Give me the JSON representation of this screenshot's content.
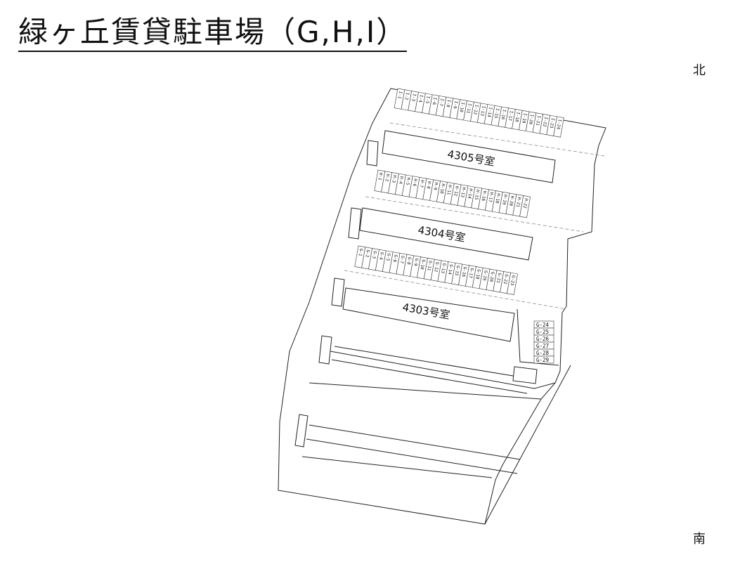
{
  "title": "緑ヶ丘賃貸駐車場（G,H,I）",
  "compass": {
    "north": "北",
    "south": "南"
  },
  "buildings": [
    {
      "id": "b4305",
      "label": "4305号室"
    },
    {
      "id": "b4304",
      "label": "4304号室"
    },
    {
      "id": "b4303",
      "label": "4303号室"
    }
  ],
  "parking_rows": [
    {
      "prefix": "I",
      "count": 24
    },
    {
      "prefix": "H",
      "count": 22
    },
    {
      "prefix": "G",
      "count": 23
    }
  ],
  "g_side_slots": [
    "G-24",
    "G-25",
    "G-26",
    "G-27",
    "G-28",
    "G-29"
  ]
}
